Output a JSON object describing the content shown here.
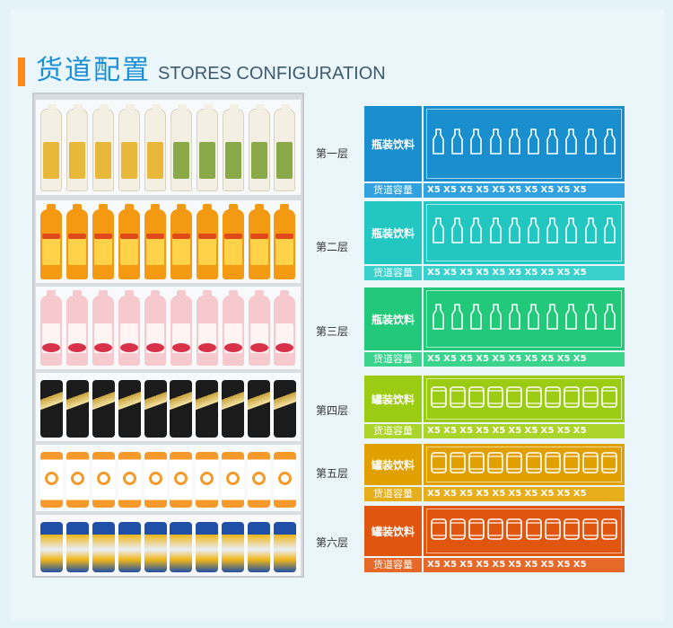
{
  "header": {
    "title_cn": "货道配置",
    "title_en": "STORES CONFIGURATION"
  },
  "rows": [
    {
      "label": "第一层",
      "type": "瓶装饮料",
      "capacity_label": "货道容量",
      "capacity": [
        "X5",
        "X5",
        "X5",
        "X5",
        "X5",
        "X5",
        "X5",
        "X5",
        "X5",
        "X5"
      ],
      "slot_icon": "bottle-icon",
      "color": "#1a8fd0",
      "cap_color": "#31a2df"
    },
    {
      "label": "第二层",
      "type": "瓶装饮料",
      "capacity_label": "货道容量",
      "capacity": [
        "X5",
        "X5",
        "X5",
        "X5",
        "X5",
        "X5",
        "X5",
        "X5",
        "X5",
        "X5"
      ],
      "slot_icon": "bottle-icon",
      "color": "#22c7c2",
      "cap_color": "#3ad1cc"
    },
    {
      "label": "第三层",
      "type": "瓶装饮料",
      "capacity_label": "货道容量",
      "capacity": [
        "X5",
        "X5",
        "X5",
        "X5",
        "X5",
        "X5",
        "X5",
        "X5",
        "X5",
        "X5"
      ],
      "slot_icon": "bottle-icon",
      "color": "#22c97a",
      "cap_color": "#3ad48c"
    },
    {
      "label": "第四层",
      "type": "罐装饮料",
      "capacity_label": "货道容量",
      "capacity": [
        "X5",
        "X5",
        "X5",
        "X5",
        "X5",
        "X5",
        "X5",
        "X5",
        "X5",
        "X5"
      ],
      "slot_icon": "can-icon",
      "color": "#9ccb14",
      "cap_color": "#abd42a"
    },
    {
      "label": "第五层",
      "type": "罐装饮料",
      "capacity_label": "货道容量",
      "capacity": [
        "X5",
        "X5",
        "X5",
        "X5",
        "X5",
        "X5",
        "X5",
        "X5",
        "X5",
        "X5"
      ],
      "slot_icon": "can-icon",
      "color": "#e0a000",
      "cap_color": "#e7ae1c"
    },
    {
      "label": "第六层",
      "type": "罐装饮料",
      "capacity_label": "货道容量",
      "capacity": [
        "X5",
        "X5",
        "X5",
        "X5",
        "X5",
        "X5",
        "X5",
        "X5",
        "X5",
        "X5"
      ],
      "slot_icon": "can-icon",
      "color": "#e0560f",
      "cap_color": "#e7692a"
    }
  ],
  "shelves": [
    {
      "product": "white-bottle",
      "colors": [
        "#f3efe3",
        "#e8b83a",
        "#8aaa4a"
      ]
    },
    {
      "product": "orange-bottle",
      "colors": [
        "#f39a12",
        "#ffd24a",
        "#e04a1a"
      ]
    },
    {
      "product": "pink-bottle",
      "colors": [
        "#f6c9cf",
        "#fff4f4",
        "#d7324a"
      ]
    },
    {
      "product": "black-gold-can",
      "colors": [
        "#1b1b1b",
        "#c9a23a",
        "#f2e1a0"
      ]
    },
    {
      "product": "orange-white-can",
      "colors": [
        "#f59a2a",
        "#ffffff",
        "#f59a2a"
      ]
    },
    {
      "product": "blue-tiger-can",
      "colors": [
        "#1f4fa6",
        "#f0b619",
        "#e9eef7"
      ]
    }
  ]
}
